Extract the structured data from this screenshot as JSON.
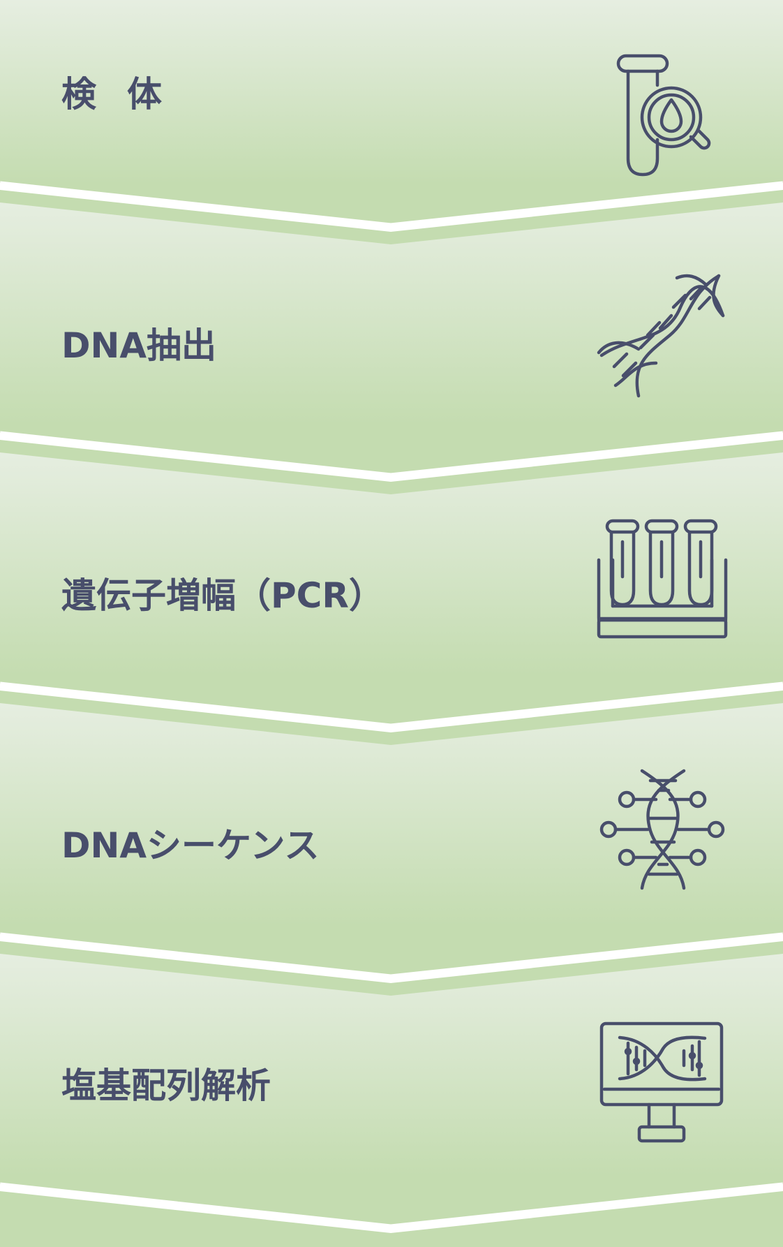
{
  "colors": {
    "band_top": "#e6eee1",
    "band_bottom": "#c4dcb0",
    "chevron_fill": "#c4dcb0",
    "separator": "#ffffff",
    "text": "#484e6b",
    "icon_stroke": "#484e6b"
  },
  "steps": [
    {
      "label": "検体",
      "icon": "test-tube-magnifier-icon"
    },
    {
      "label": "DNA抽出",
      "icon": "dna-helix-icon"
    },
    {
      "label": "遺伝子増幅（PCR）",
      "icon": "test-tube-rack-icon"
    },
    {
      "label": "DNAシーケンス",
      "icon": "dna-network-icon"
    },
    {
      "label": "塩基配列解析",
      "icon": "monitor-dna-icon"
    }
  ]
}
